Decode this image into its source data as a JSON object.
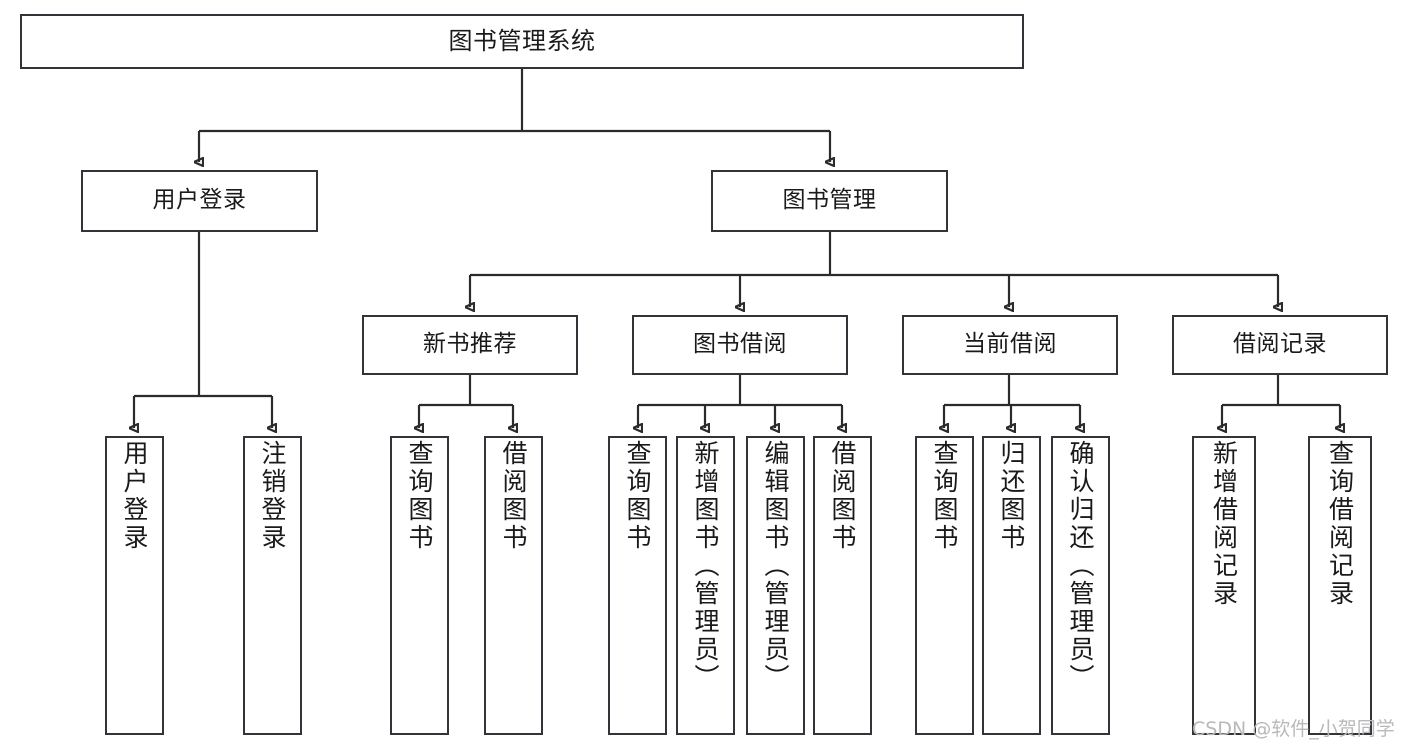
{
  "diagram": {
    "type": "tree",
    "title": "图书管理系统",
    "watermark": "CSDN @软件_小贺同学",
    "colors": {
      "box_border": "#33333a",
      "edge": "#2b2b2b",
      "background": "#ffffff",
      "text": "#1a1a1a",
      "watermark": "#b9b9b9"
    },
    "root": {
      "label": "图书管理系统"
    },
    "level1": [
      {
        "id": "user-login",
        "label": "用户登录"
      },
      {
        "id": "book-management",
        "label": "图书管理"
      }
    ],
    "level2": [
      {
        "id": "new-book-recommend",
        "label": "新书推荐",
        "parent": "book-management"
      },
      {
        "id": "book-borrow",
        "label": "图书借阅",
        "parent": "book-management"
      },
      {
        "id": "current-borrow",
        "label": "当前借阅",
        "parent": "book-management"
      },
      {
        "id": "borrow-record",
        "label": "借阅记录",
        "parent": "book-management"
      }
    ],
    "leaves": {
      "user-login": [
        {
          "id": "leaf-user-login",
          "label": "用户登录"
        },
        {
          "id": "leaf-logout-login",
          "label": "注销登录"
        }
      ],
      "new-book-recommend": [
        {
          "id": "leaf-query-book-1",
          "label": "查询图书"
        },
        {
          "id": "leaf-borrow-book-1",
          "label": "借阅图书"
        }
      ],
      "book-borrow": [
        {
          "id": "leaf-query-book-2",
          "label": "查询图书"
        },
        {
          "id": "leaf-add-book",
          "label": "新增图书（管理员）"
        },
        {
          "id": "leaf-edit-book",
          "label": "编辑图书（管理员）"
        },
        {
          "id": "leaf-borrow-book-2",
          "label": "借阅图书"
        }
      ],
      "current-borrow": [
        {
          "id": "leaf-query-book-3",
          "label": "查询图书"
        },
        {
          "id": "leaf-return-book",
          "label": "归还图书"
        },
        {
          "id": "leaf-confirm-return",
          "label": "确认归还（管理员）"
        }
      ],
      "borrow-record": [
        {
          "id": "leaf-add-record",
          "label": "新增借阅记录"
        },
        {
          "id": "leaf-query-record",
          "label": "查询借阅记录"
        }
      ]
    }
  }
}
